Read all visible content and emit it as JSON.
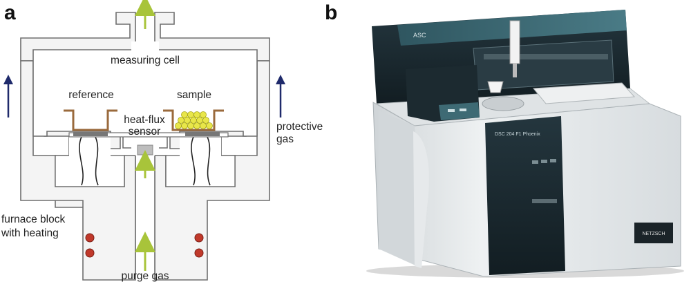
{
  "panel_a": {
    "letter": "a",
    "labels": {
      "measuring_cell": "measuring cell",
      "reference": "reference",
      "sample": "sample",
      "heat_flux_line1": "heat-flux",
      "heat_flux_line2": "sensor",
      "protective_line1": "protective",
      "protective_line2": "gas",
      "furnace_line1": "furnace block",
      "furnace_line2": "with heating",
      "purge_gas": "purge gas"
    },
    "colors": {
      "outline": "#6e6e6e",
      "crucible": "#9a6a3c",
      "sample_particles": "#e8e64a",
      "gas_arrow_green": "#a8c43a",
      "gas_arrow_navy": "#1f2a6b",
      "heating_coil": "#c0392b"
    }
  },
  "panel_b": {
    "letter": "b",
    "instrument_texts": {
      "top_badge": "ASC",
      "model": "DSC 204 F1 Phoenix",
      "brand": "NETZSCH"
    },
    "colors": {
      "body_light": "#e9ecee",
      "body_dark": "#1d2e35",
      "teal_accent": "#3f6b75"
    }
  }
}
